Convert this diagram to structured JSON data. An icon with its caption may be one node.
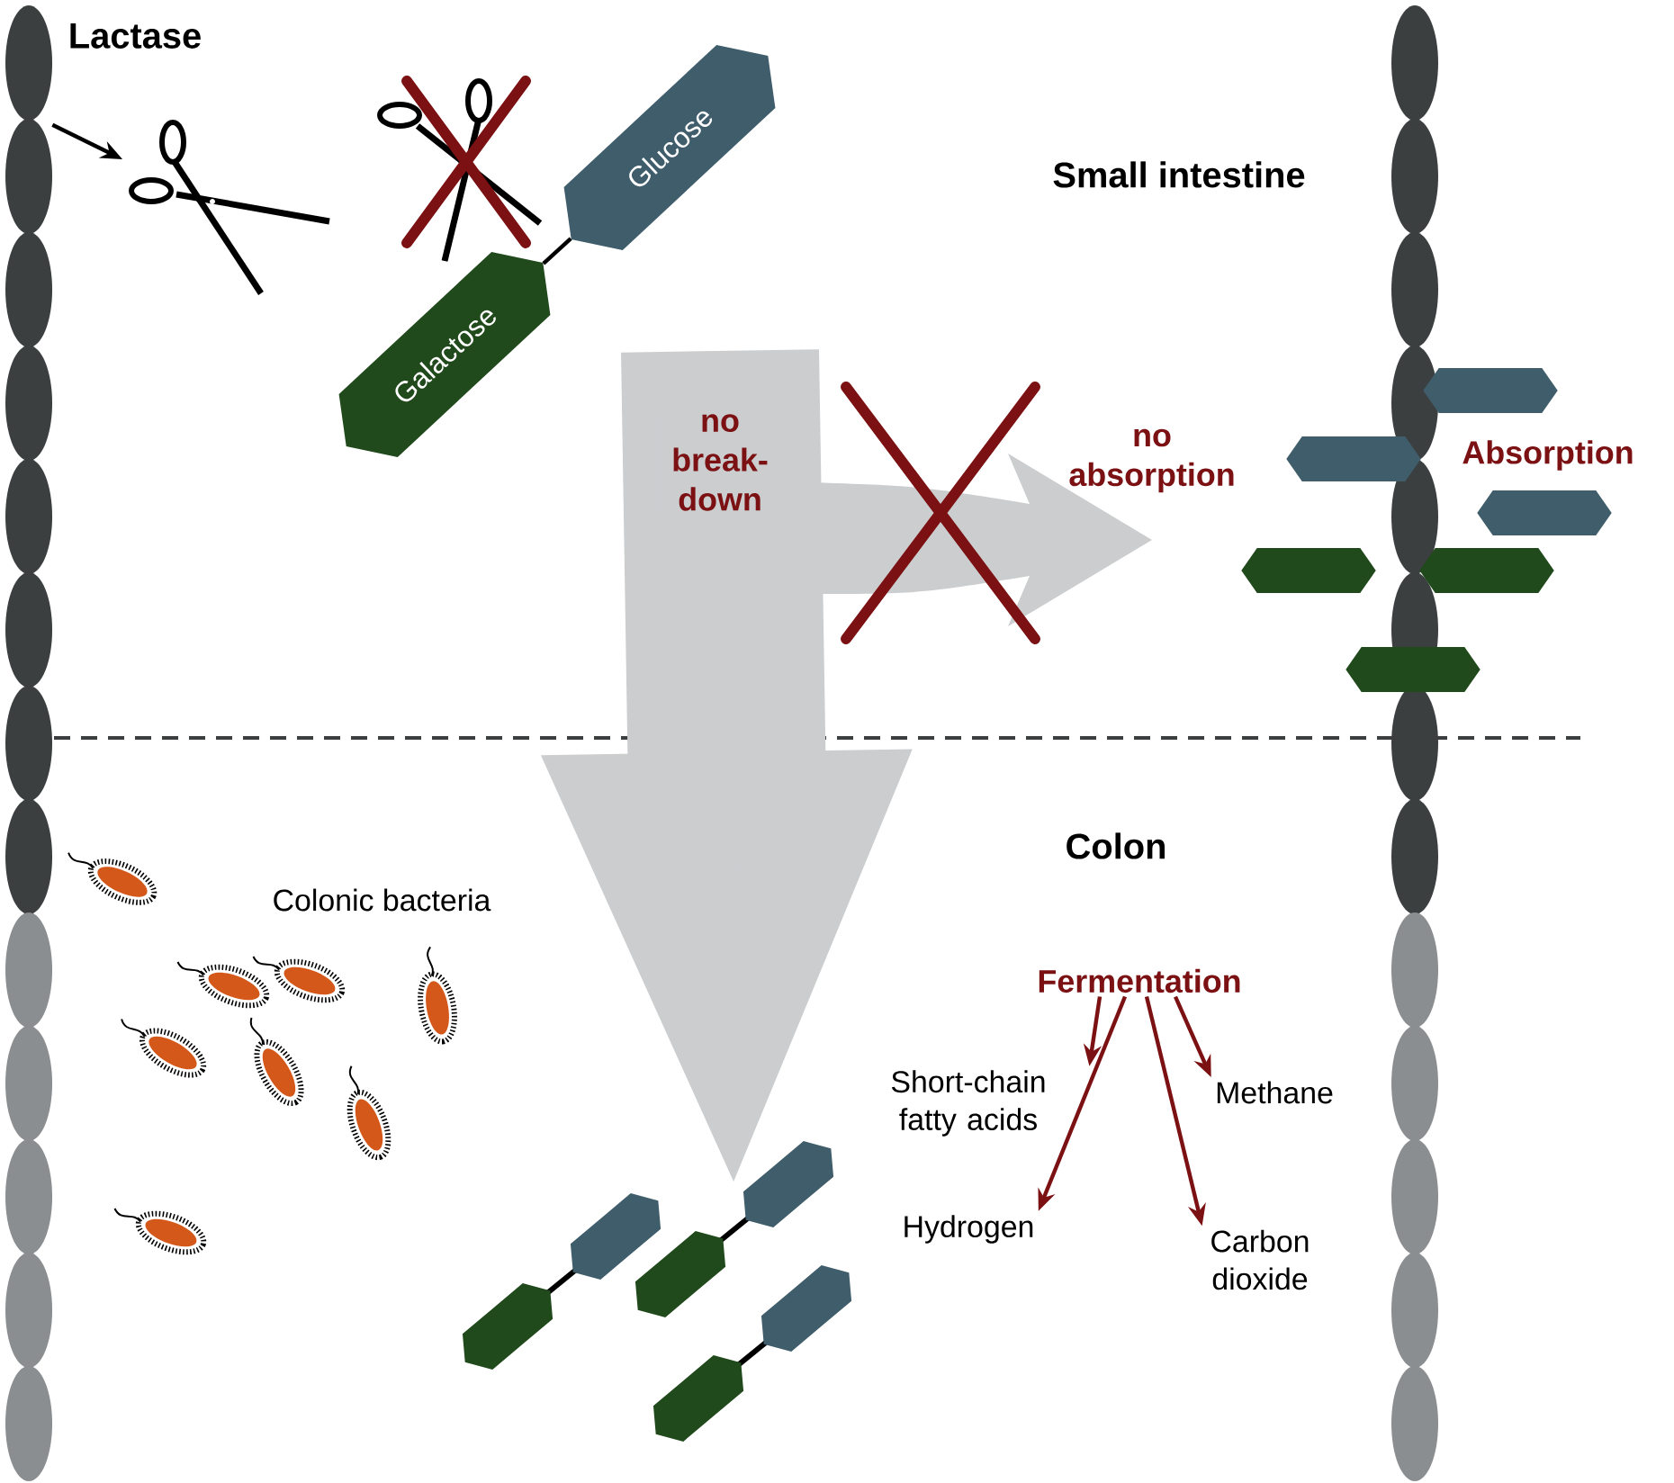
{
  "diagram": {
    "nodes": [
      {
        "text": [],
        "shape": "picture"
      },
      {
        "text": [
          "Glucose"
        ]
      },
      {
        "text": [
          "Galactose"
        ]
      },
      {
        "text": [],
        "shape": "picture"
      },
      {
        "text": [],
        "shape": "picture"
      },
      {
        "text": [],
        "shape": "picture"
      },
      {
        "text": [
          "Fermentation"
        ]
      },
      {
        "text": [
          "Short-chain fatty acids"
        ]
      },
      {
        "text": [
          "Hydrogen"
        ]
      },
      {
        "text": [
          "Methane"
        ]
      },
      {
        "text": [
          "Carbon dioxide"
        ]
      },
      {
        "text": [],
        "shape": "picture"
      }
    ],
    "edges": [
      {
        "from": 11,
        "to": 0,
        "arrow": "to",
        "color": "#000000"
      },
      {
        "from": 2,
        "to": 1,
        "arrow": "none",
        "color": "#000000"
      },
      {
        "from": null,
        "to": 4,
        "arrow": "to",
        "label": "no break-down",
        "style": "thick",
        "color": "#cbcdcf"
      },
      {
        "from": 6,
        "to": 7,
        "arrow": "to"
      },
      {
        "from": 6,
        "to": 8,
        "arrow": "to"
      },
      {
        "from": 6,
        "to": 10,
        "arrow": "to"
      },
      {
        "from": 6,
        "to": 9,
        "arrow": "to"
      }
    ],
    "labels": [
      "Lactase",
      "Small intestine",
      "no absorption",
      "Absorption",
      "Colon",
      "Colonic bacteria"
    ]
  }
}
